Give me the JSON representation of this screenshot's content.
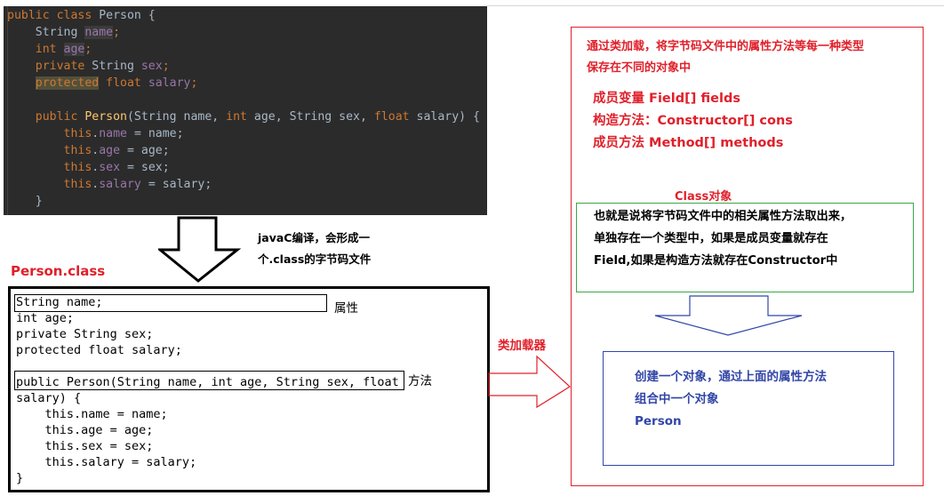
{
  "code_editor": {
    "lines": [
      [
        {
          "t": "public class ",
          "c": "kw"
        },
        {
          "t": "Person ",
          "c": "tx"
        },
        {
          "t": "{",
          "c": "tx"
        }
      ],
      [
        {
          "t": "    String ",
          "c": "tx"
        },
        {
          "t": "name",
          "c": "hl"
        },
        {
          "t": ";",
          "c": "kw"
        }
      ],
      [
        {
          "t": "    int ",
          "c": "kw"
        },
        {
          "t": "age",
          "c": "hl"
        },
        {
          "t": ";",
          "c": "kw"
        }
      ],
      [
        {
          "t": "    private ",
          "c": "kw"
        },
        {
          "t": "String ",
          "c": "tx"
        },
        {
          "t": "sex",
          "c": "fld"
        },
        {
          "t": ";",
          "c": "kw"
        }
      ],
      [
        {
          "t": "    ",
          "c": "tx"
        },
        {
          "t": "protected",
          "c": "kwhl"
        },
        {
          "t": " float ",
          "c": "kw"
        },
        {
          "t": "salary",
          "c": "fld"
        },
        {
          "t": ";",
          "c": "kw"
        }
      ],
      [
        {
          "t": "",
          "c": "tx"
        }
      ],
      [
        {
          "t": "    public ",
          "c": "kw"
        },
        {
          "t": "Person",
          "c": "fn"
        },
        {
          "t": "(String name, ",
          "c": "tx"
        },
        {
          "t": "int ",
          "c": "kw"
        },
        {
          "t": "age, String sex, ",
          "c": "tx"
        },
        {
          "t": "float ",
          "c": "kw"
        },
        {
          "t": "salary) {",
          "c": "tx"
        }
      ],
      [
        {
          "t": "        this",
          "c": "kw"
        },
        {
          "t": ".",
          "c": "tx"
        },
        {
          "t": "name",
          "c": "fld"
        },
        {
          "t": " = name;",
          "c": "tx"
        }
      ],
      [
        {
          "t": "        this",
          "c": "kw"
        },
        {
          "t": ".",
          "c": "tx"
        },
        {
          "t": "age",
          "c": "fld"
        },
        {
          "t": " = age;",
          "c": "tx"
        }
      ],
      [
        {
          "t": "        this",
          "c": "kw"
        },
        {
          "t": ".",
          "c": "tx"
        },
        {
          "t": "sex",
          "c": "fld"
        },
        {
          "t": " = sex;",
          "c": "tx"
        }
      ],
      [
        {
          "t": "        this",
          "c": "kw"
        },
        {
          "t": ".",
          "c": "tx"
        },
        {
          "t": "salary",
          "c": "fld"
        },
        {
          "t": " = salary;",
          "c": "tx"
        }
      ],
      [
        {
          "t": "    }",
          "c": "tx"
        }
      ]
    ]
  },
  "compile_note": {
    "line1": "javaC编译，会形成一",
    "line2": "个.class的字节码文件"
  },
  "person_class": {
    "title": "Person.class",
    "lines": [
      "String name;",
      "int age;",
      "private String sex;",
      "protected float salary;",
      "",
      "public Person(String name, int age, String sex, float",
      "salary) {",
      "    this.name = name;",
      "    this.age = age;",
      "    this.sex = sex;",
      "    this.salary = salary;",
      "}"
    ],
    "attr_label": "属性",
    "method_label": "方法"
  },
  "classloader_label": "类加载器",
  "right_panel": {
    "intro_line1": "通过类加载，将字节码文件中的属性方法等每一种类型",
    "intro_line2": "保存在不同的对象中",
    "members": [
      "成员变量 Field[] fields",
      "构造方法：Constructor[] cons",
      "成员方法 Method[] methods"
    ],
    "class_object_title": "Class对象",
    "green_box": [
      "也就是说将字节码文件中的相关属性方法取出来，",
      "单独存在一个类型中，如果是成员变量就存在",
      "Field,如果是构造方法就存在Constructor中"
    ],
    "blue_box": [
      "创建一个对象，通过上面的属性方法",
      "组合中一个对象",
      "Person"
    ]
  },
  "colors": {
    "red": "#e0202a",
    "green": "#3aa648",
    "blue": "#3246a8",
    "editor_bg": "#2b2b2b"
  }
}
